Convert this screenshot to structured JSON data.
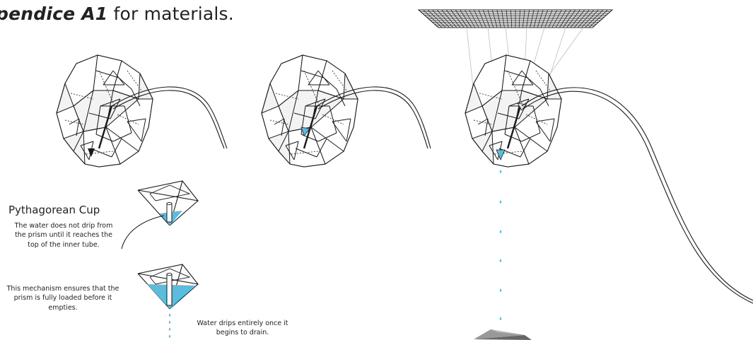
{
  "heading": {
    "prefix": "pendice A1",
    "suffix": " for materials."
  },
  "pythagorean_cup": {
    "title": "Pythagorean Cup",
    "description": "The water does not drip from the prism until it reaches the top of the inner tube."
  },
  "mechanism_note": "This mechanism ensures that the prism is fully loaded before it empties.",
  "drip_note": "Water drips entirely once it begins to drain.",
  "colors": {
    "line": "#1a1a1a",
    "hidden_line": "#333333",
    "face_fill": "#f3f3f3",
    "water": "#5bbcdc",
    "suspension": "#bdbdbd",
    "tray": "#666666"
  }
}
